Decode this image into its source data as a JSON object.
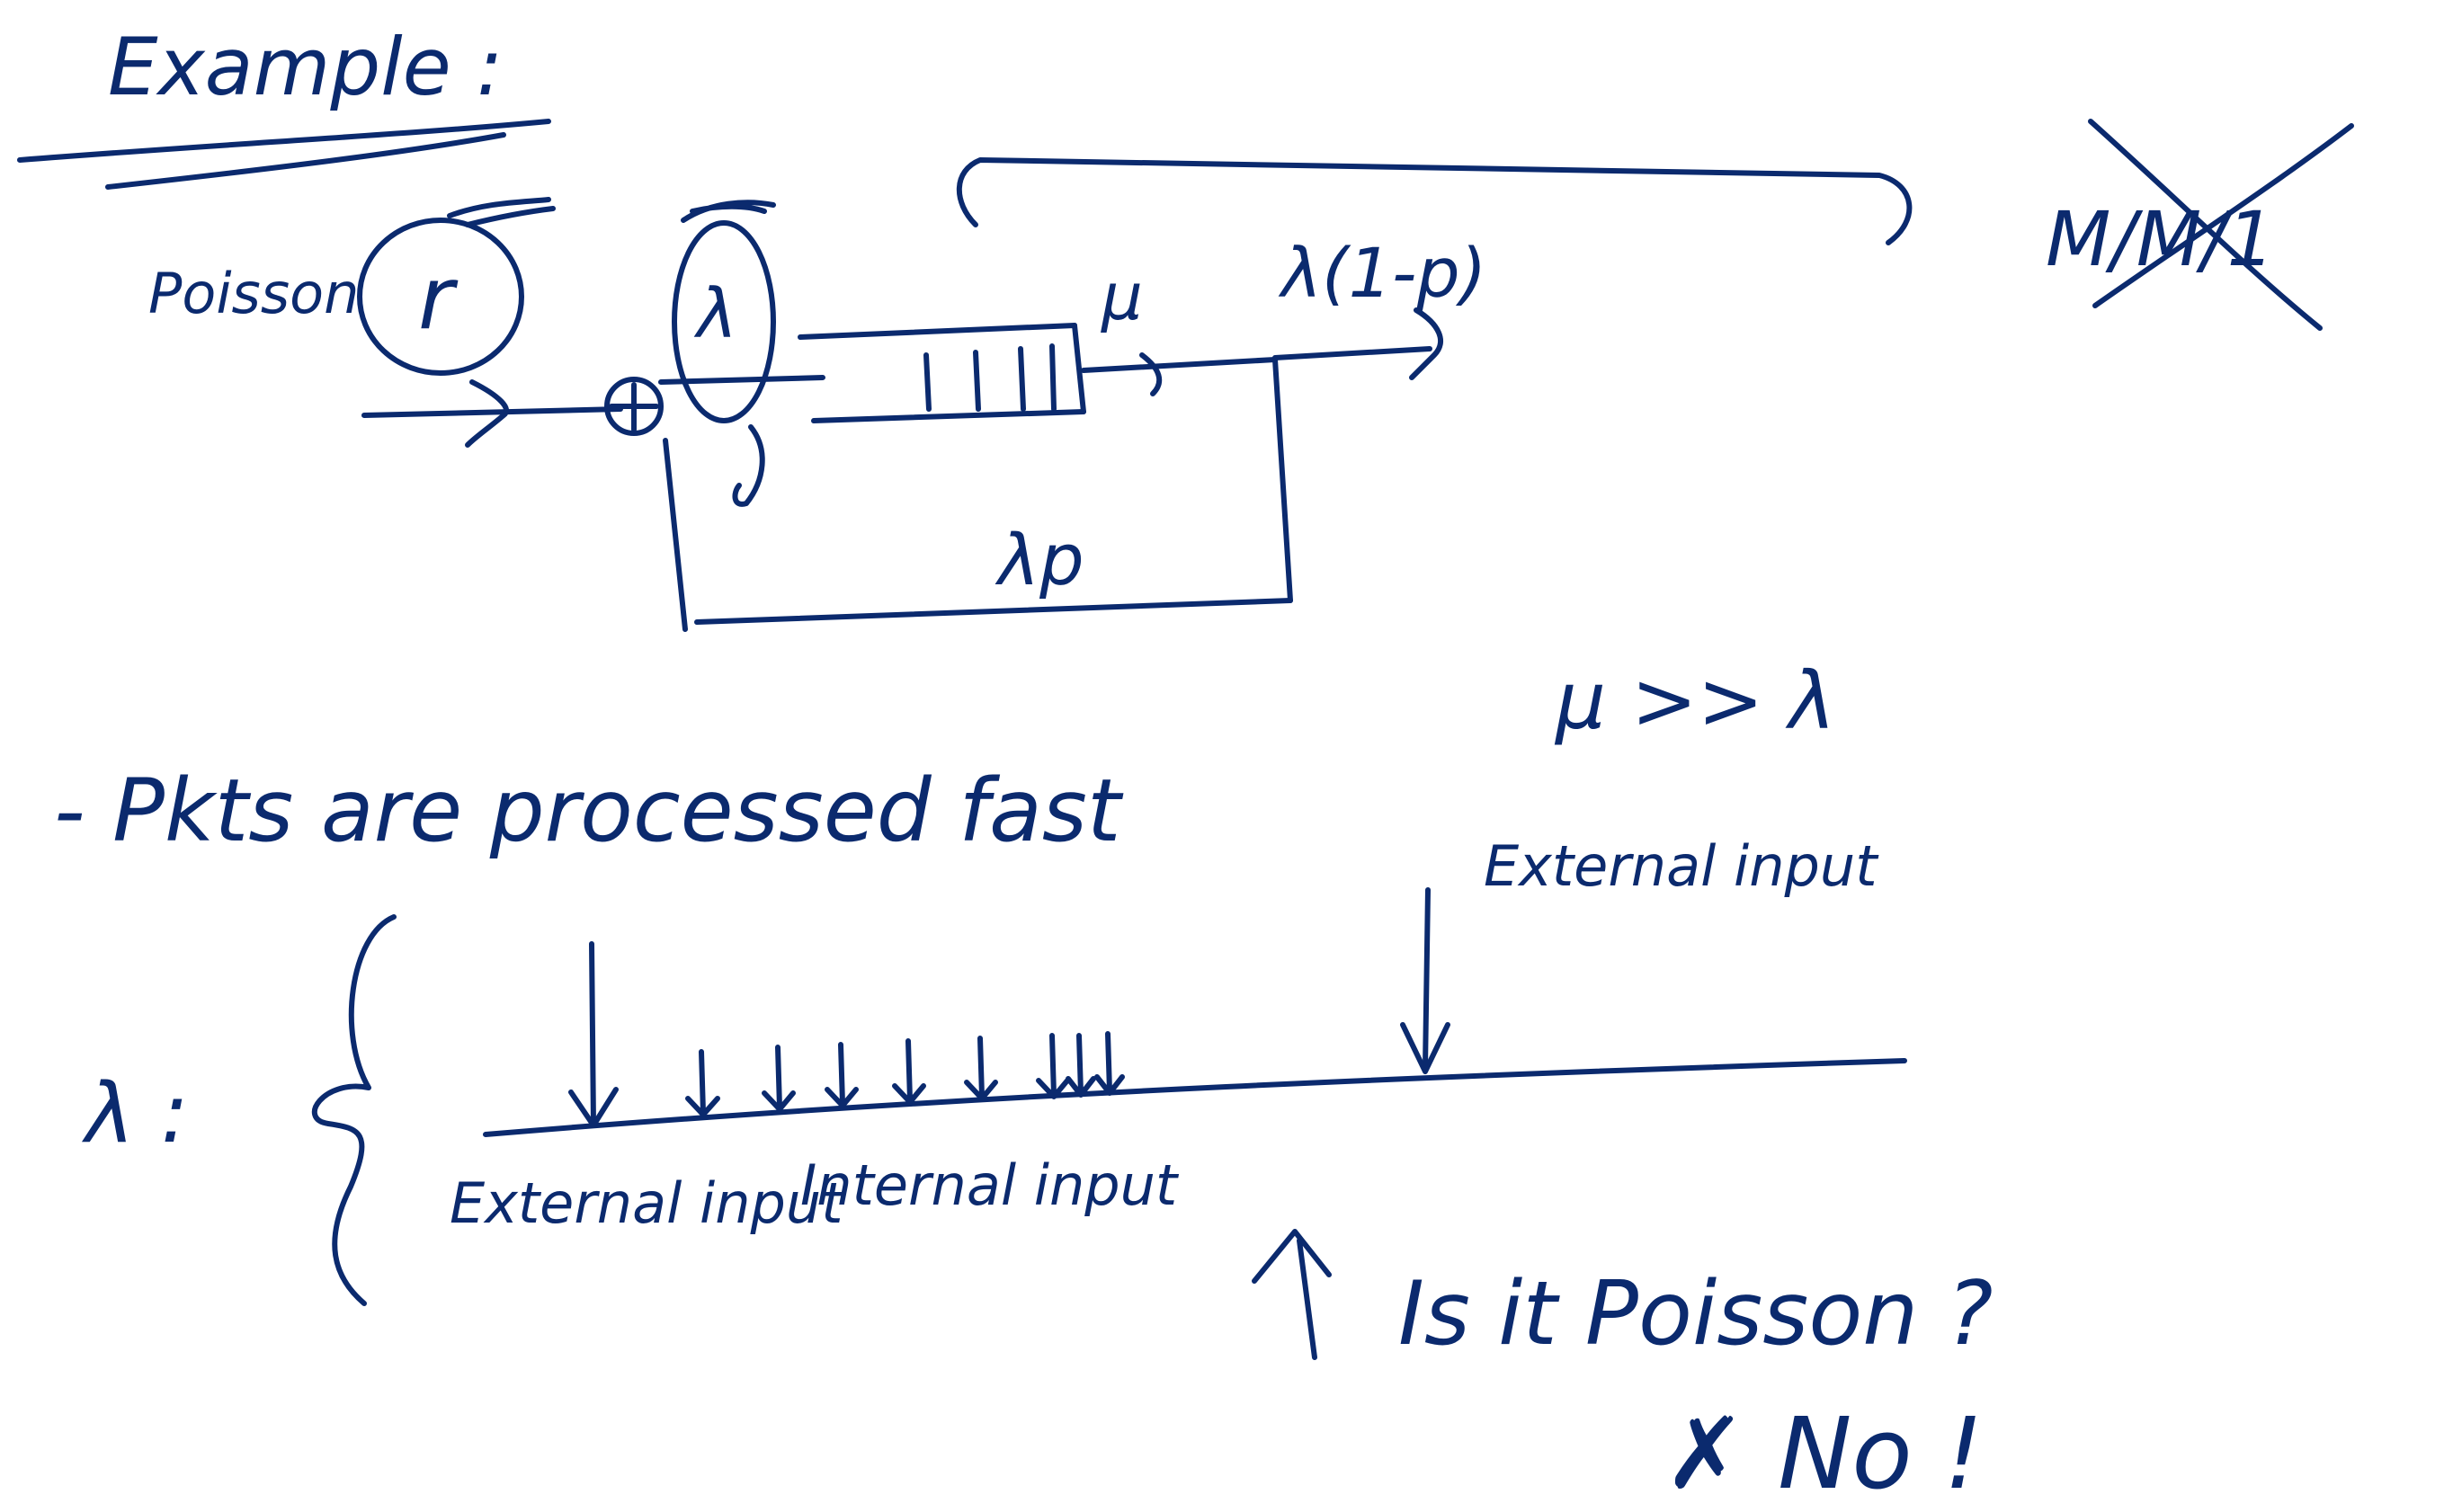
{
  "ink_color": "#0b2a6e",
  "background": "#ffffff",
  "header": {
    "title": "Example :"
  },
  "diagram": {
    "source_label": "Poisson",
    "source_rate": "r",
    "merge_rate": "λ",
    "service_rate": "μ",
    "exit_rate": "λ(1-p)",
    "feedback_rate": "λp",
    "crossed_note": "M/M/1"
  },
  "notes": {
    "fast_processing": "- Pkts are processed fast",
    "rate_relation": "μ >> λ",
    "lambda_label": "λ :",
    "external_input_top": "External input",
    "external_input_bottom": "External input",
    "internal_input": "Internal input",
    "question": "Is it Poisson ?",
    "answer": "✗ No !"
  }
}
